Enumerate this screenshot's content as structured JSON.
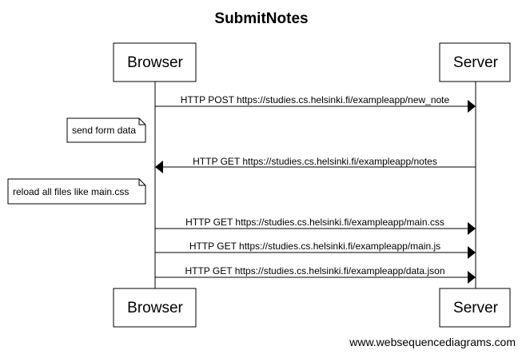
{
  "title": "SubmitNotes",
  "participants": [
    {
      "id": "browser",
      "label": "Browser"
    },
    {
      "id": "server",
      "label": "Server"
    }
  ],
  "events": [
    {
      "kind": "message",
      "from": "browser",
      "to": "server",
      "label": "HTTP POST https://studies.cs.helsinki.fi/exampleapp/new_note"
    },
    {
      "kind": "note",
      "over": "browser",
      "side": "left",
      "label": "send form data"
    },
    {
      "kind": "message",
      "from": "server",
      "to": "browser",
      "label": "HTTP GET https://studies.cs.helsinki.fi/exampleapp/notes"
    },
    {
      "kind": "note",
      "over": "browser",
      "side": "left",
      "label": "reload all files like main.css"
    },
    {
      "kind": "message",
      "from": "browser",
      "to": "server",
      "label": "HTTP GET https://studies.cs.helsinki.fi/exampleapp/main.css"
    },
    {
      "kind": "message",
      "from": "browser",
      "to": "server",
      "label": "HTTP GET https://studies.cs.helsinki.fi/exampleapp/main.js"
    },
    {
      "kind": "message",
      "from": "browser",
      "to": "server",
      "label": "HTTP GET https://studies.cs.helsinki.fi/exampleapp/data.json"
    }
  ],
  "watermark": "www.websequencediagrams.com",
  "colors": {
    "line": "#000000",
    "background": "#ffffff"
  }
}
